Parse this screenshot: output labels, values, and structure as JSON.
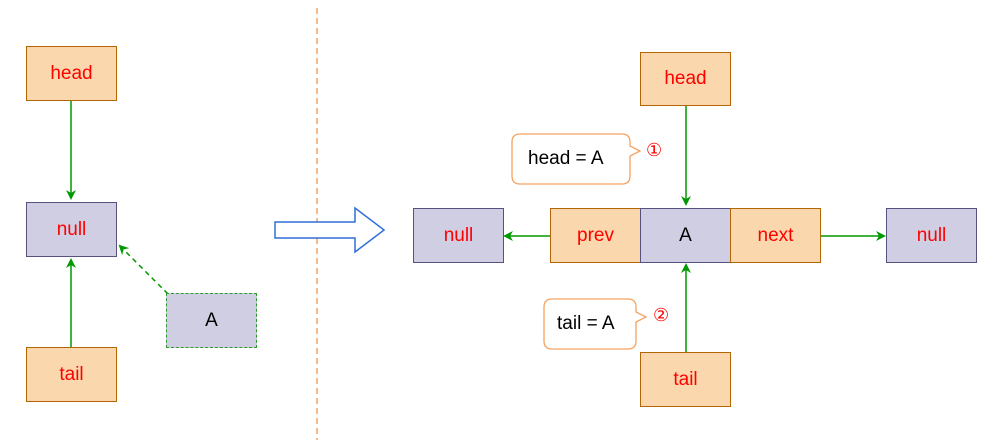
{
  "left": {
    "head": "head",
    "null": "null",
    "tail": "tail",
    "new_node": "A"
  },
  "right": {
    "head": "head",
    "tail": "tail",
    "null_left": "null",
    "null_right": "null",
    "prev": "prev",
    "node": "A",
    "next": "next",
    "callout1": "head = A",
    "callout2": "tail = A",
    "step1": "①",
    "step2": "②"
  },
  "colors": {
    "orange_fill": "#fad7ac",
    "orange_stroke": "#b46504",
    "purple_fill": "#d0cee2",
    "purple_stroke": "#56517e",
    "arrow_green": "#009900",
    "text_red": "#ff0000",
    "divider": "#f4a261",
    "big_arrow": "#2f6fd6"
  }
}
